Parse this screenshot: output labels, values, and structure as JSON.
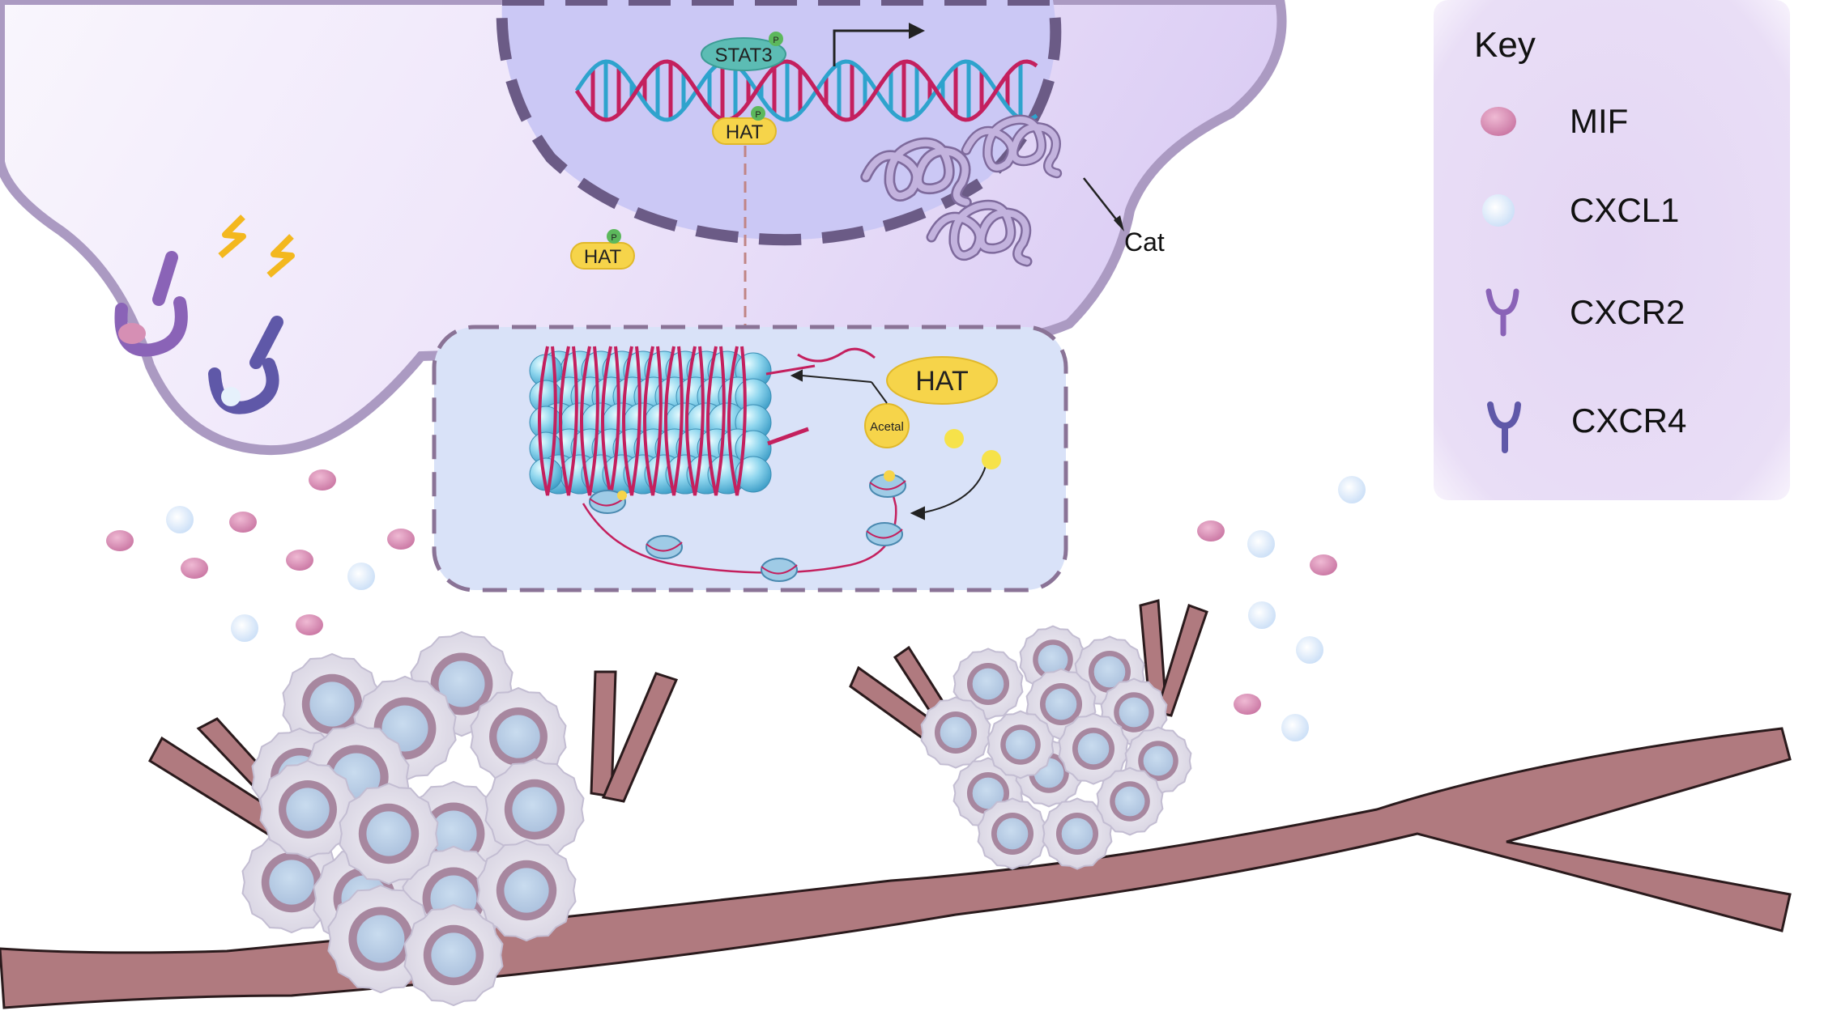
{
  "labels": {
    "stat3": "STAT3",
    "phospho": "P",
    "hat": "HAT",
    "acetal": "Acetal",
    "cat": "Cat"
  },
  "key": {
    "title": "Key",
    "items": [
      {
        "label": "MIF",
        "icon": "mif-icon"
      },
      {
        "label": "CXCL1",
        "icon": "cxcl1-icon"
      },
      {
        "label": "CXCR2",
        "icon": "cxcr2-receptor-icon"
      },
      {
        "label": "CXCR4",
        "icon": "cxcr4-receptor-icon"
      }
    ]
  },
  "colors": {
    "cell": "#e6d9f7",
    "cell_outline": "#ab9ac2",
    "nucleus": "#cbc8f5",
    "dna_pink": "#c4205e",
    "dna_blue": "#2ea3cd",
    "hat_yellow": "#f6d44a",
    "stat3_teal": "#5cbcb4",
    "vessel": "#b07a7f",
    "mif": "#d68fb4",
    "cxcl1": "#dce9fb",
    "receptor_cxcr2": "#8a63b7",
    "receptor_cxcr4": "#5f58a8"
  }
}
